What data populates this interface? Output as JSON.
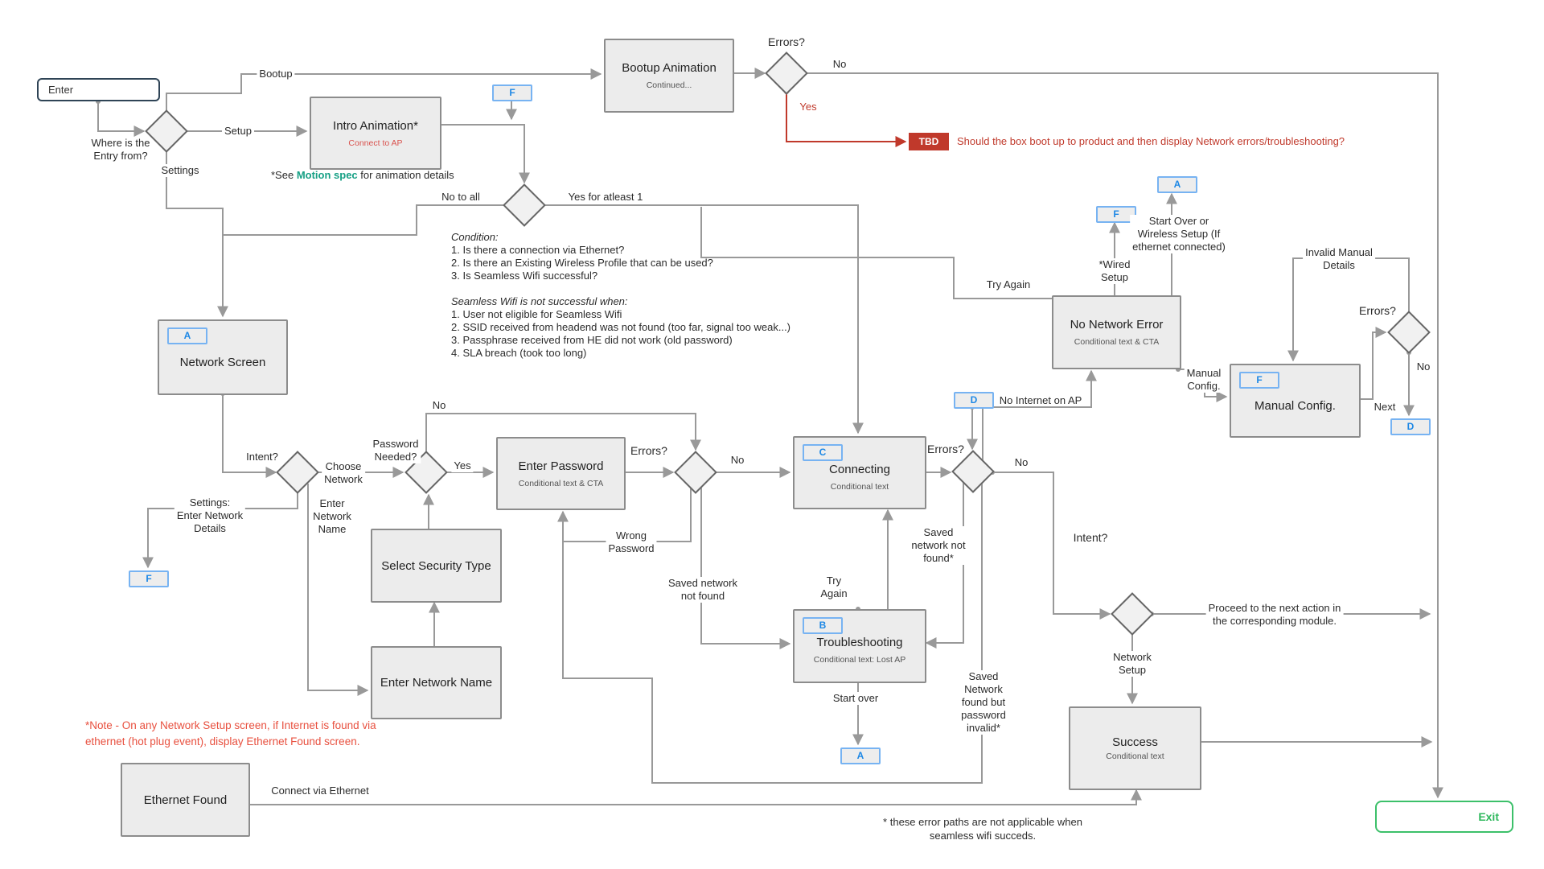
{
  "nodes": {
    "enter": {
      "label": "Enter"
    },
    "bootup_animation": {
      "title": "Bootup Animation",
      "subtitle": "Continued..."
    },
    "intro_animation": {
      "title": "Intro Animation*",
      "subtitle": "Connect to AP"
    },
    "network_screen": {
      "title": "Network Screen"
    },
    "no_network_error": {
      "title": "No Network Error",
      "subtitle": "Conditional text & CTA"
    },
    "manual_config": {
      "title": "Manual Config."
    },
    "enter_password": {
      "title": "Enter Password",
      "subtitle": "Conditional text & CTA"
    },
    "connecting": {
      "title": "Connecting",
      "subtitle": "Conditional text"
    },
    "select_security_type": {
      "title": "Select Security Type"
    },
    "troubleshooting": {
      "title": "Troubleshooting",
      "subtitle": "Conditional text: Lost AP"
    },
    "enter_network_name": {
      "title": "Enter Network Name"
    },
    "success": {
      "title": "Success",
      "subtitle": "Conditional text"
    },
    "ethernet_found": {
      "title": "Ethernet Found"
    },
    "exit": {
      "label": "Exit"
    },
    "tbd": {
      "label": "TBD"
    }
  },
  "connectors": {
    "a": "A",
    "b": "B",
    "c": "C",
    "d": "D",
    "f": "F"
  },
  "labels": {
    "where_entry": "Where is the\nEntry from?",
    "bootup": "Bootup",
    "setup": "Setup",
    "settings": "Settings",
    "motion_prefix": "*See ",
    "motion_link": "Motion spec",
    "motion_suffix": " for animation details",
    "errors": "Errors?",
    "no": "No",
    "yes": "Yes",
    "tbd_question": "Should the box boot up to product and then display Network errors/troubleshooting?",
    "no_to_all": "No to all",
    "yes_for_atleast": "Yes for atleast 1",
    "condition_title": "Condition:",
    "condition_items": "1. Is there a connection via Ethernet?\n2. Is there an Existing Wireless Profile that can be used?\n3. Is Seamless Wifi successful?",
    "seamless_title": "Seamless Wifi is not successful when:",
    "seamless_items": "1. User not eligible for Seamless Wifi\n2. SSID received from headend was not found (too far, signal too weak...)\n3. Passphrase received from HE did not work (old password)\n4. SLA breach (took too long)",
    "intent": "Intent?",
    "choose_network": "Choose\nNetwork",
    "password_needed": "Password\nNeeded?",
    "enter_network_name": "Enter\nNetwork\nName",
    "settings_details": "Settings:\nEnter Network\nDetails",
    "wrong_password": "Wrong\nPassword",
    "saved_not_found": "Saved network\nnot found",
    "saved_not_found_ast": "Saved\nnetwork not\nfound*",
    "try_again_v": "Try\nAgain",
    "try_again": "Try Again",
    "start_over": "Start over",
    "saved_invalid": "Saved\nNetwork\nfound but\npassword\ninvalid*",
    "network_setup": "Network\nSetup",
    "proceed": "Proceed to the next action in\nthe corresponding module.",
    "no_internet": "No Internet on AP",
    "wired_setup": "*Wired\nSetup",
    "start_over_wireless": "Start Over or\nWireless Setup (If\nethernet connected)",
    "invalid_manual": "Invalid Manual\nDetails",
    "manual_config_side": "Manual\nConfig.",
    "next": "Next",
    "connect_ethernet": "Connect via Ethernet"
  },
  "notes": {
    "note_red": "*Note - On any Network Setup screen, if Internet is found via\nethernet (hot plug event), display Ethernet Found screen.",
    "footnote": "* these error paths are not applicable when\nseamless wifi succeds."
  },
  "colors": {
    "line": "#999999",
    "accent_red": "#c0392b",
    "note_red": "#e8503f",
    "link_teal": "#16a085",
    "badge_blue": "#1e88e5",
    "exit_green": "#2eb85c"
  }
}
